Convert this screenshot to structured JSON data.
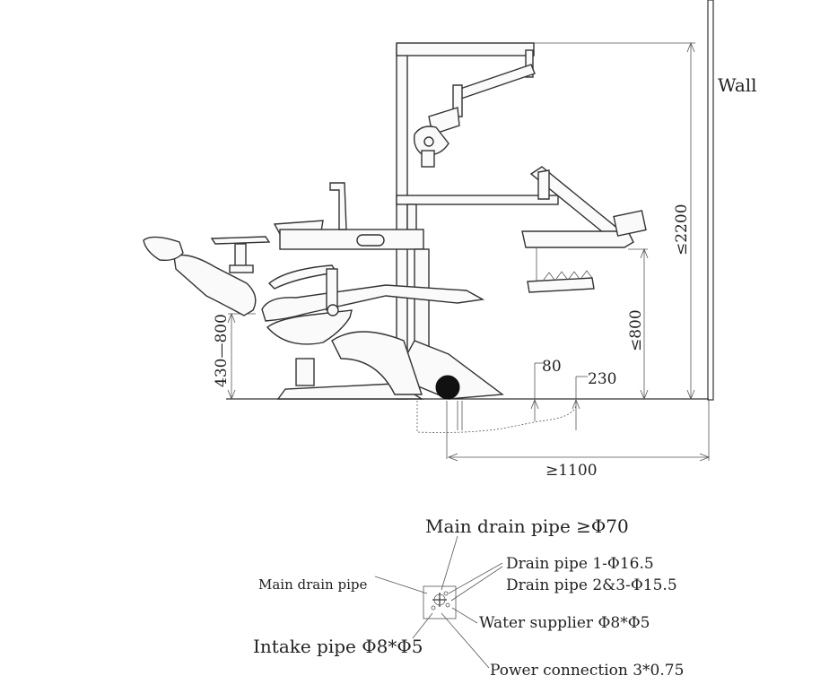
{
  "labels": {
    "wall": "Wall",
    "height_total": "≤2200",
    "height_tray": "≤800",
    "height_seat": "430—800",
    "dim_80": "80",
    "dim_230": "230",
    "dim_1100": "≥1100",
    "main_drain_big": "Main drain pipe ≥Φ70",
    "main_drain_small": "Main drain pipe",
    "drain_pipe_1": "Drain pipe 1-Φ16.5",
    "drain_pipe_23": "Drain pipe 2&3-Φ15.5",
    "water_supplier": "Water supplier Φ8*Φ5",
    "intake_pipe": "Intake pipe Φ8*Φ5",
    "power_connection": "Power connection 3*0.75"
  }
}
